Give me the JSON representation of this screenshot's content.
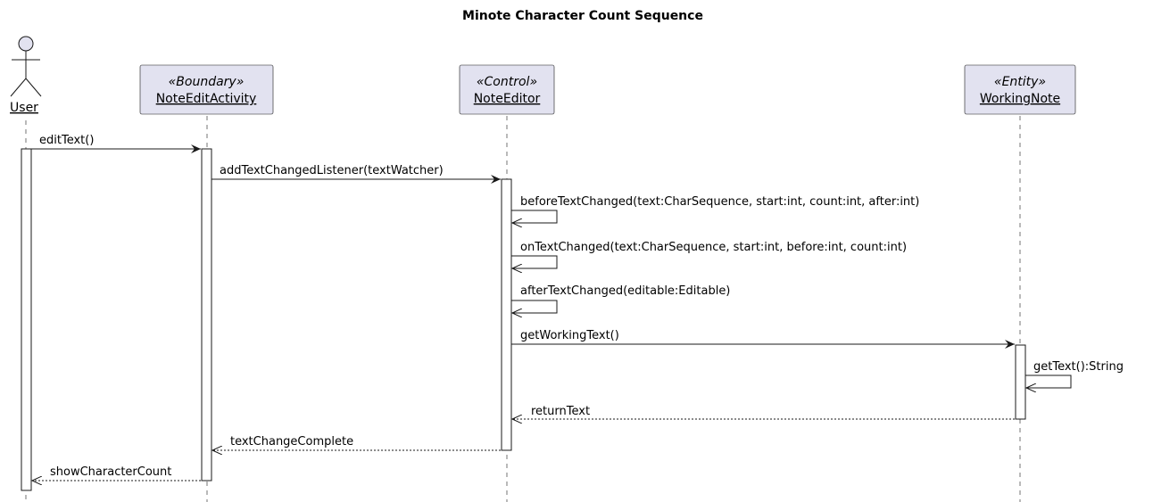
{
  "title": "Minote Character Count Sequence",
  "participants": [
    {
      "id": "user",
      "name": "User",
      "kind": "actor",
      "stereotype": ""
    },
    {
      "id": "activity",
      "name": "NoteEditActivity",
      "kind": "box",
      "stereotype": "«Boundary»"
    },
    {
      "id": "editor",
      "name": "NoteEditor",
      "kind": "box",
      "stereotype": "«Control»"
    },
    {
      "id": "note",
      "name": "WorkingNote",
      "kind": "box",
      "stereotype": "«Entity»"
    }
  ],
  "messages": [
    {
      "from": "user",
      "to": "activity",
      "label": "editText()",
      "style": "solid"
    },
    {
      "from": "activity",
      "to": "editor",
      "label": "addTextChangedListener(textWatcher)",
      "style": "solid"
    },
    {
      "from": "editor",
      "to": "editor",
      "label": "beforeTextChanged(text:CharSequence, start:int, count:int, after:int)",
      "style": "solid"
    },
    {
      "from": "editor",
      "to": "editor",
      "label": "onTextChanged(text:CharSequence, start:int, before:int, count:int)",
      "style": "solid"
    },
    {
      "from": "editor",
      "to": "editor",
      "label": "afterTextChanged(editable:Editable)",
      "style": "solid"
    },
    {
      "from": "editor",
      "to": "note",
      "label": "getWorkingText()",
      "style": "solid"
    },
    {
      "from": "note",
      "to": "note",
      "label": "getText():String",
      "style": "solid"
    },
    {
      "from": "note",
      "to": "editor",
      "label": "returnText",
      "style": "dashed"
    },
    {
      "from": "editor",
      "to": "activity",
      "label": "textChangeComplete",
      "style": "dashed"
    },
    {
      "from": "activity",
      "to": "user",
      "label": "showCharacterCount",
      "style": "dashed"
    }
  ],
  "colors": {
    "participant_fill": "#E2E2F0",
    "actor_fill": "#E2E2F0",
    "line": "#181818",
    "activation_fill": "#FFFFFF"
  }
}
